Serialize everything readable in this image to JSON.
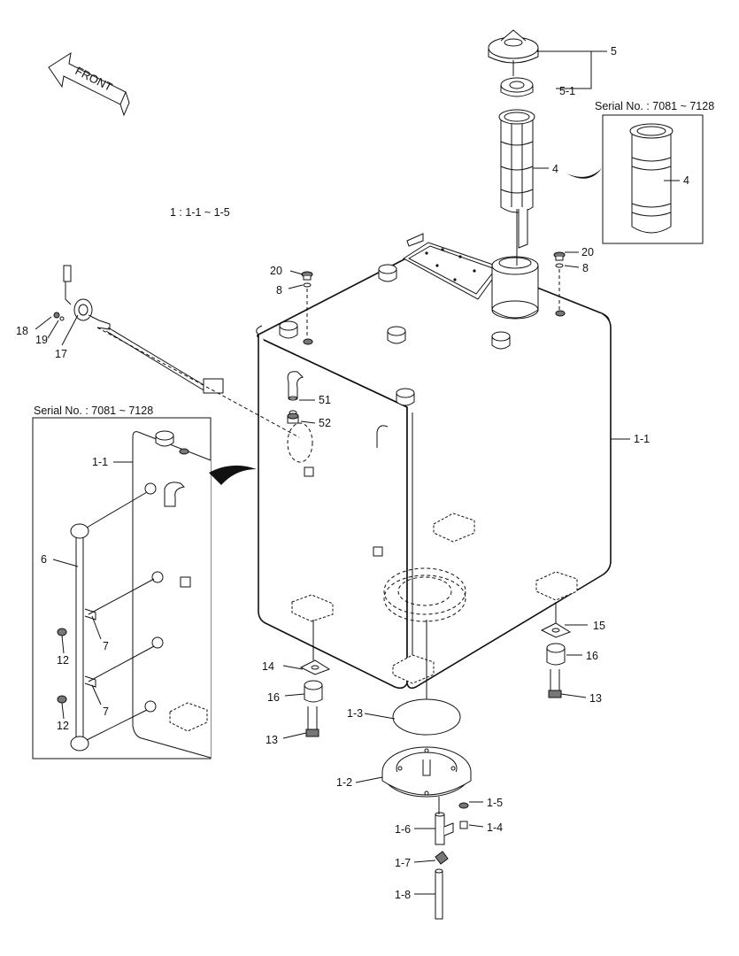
{
  "front_arrow": {
    "text": "FRONT"
  },
  "formula": "1 : 1-1 ~ 1-5",
  "inset_serial_right": "Serial No. : 7081 ~ 7128",
  "inset_serial_left": "Serial No. : 7081 ~ 7128",
  "labels": {
    "l5": "5",
    "l5_1": "5-1",
    "l4": "4",
    "l4_inset": "4",
    "l20_right": "20",
    "l8_right": "8",
    "l20_left": "20",
    "l8_left": "8",
    "l18": "18",
    "l19": "19",
    "l17": "17",
    "l51": "51",
    "l52": "52",
    "l1_1": "1-1",
    "l1_1_inset": "1-1",
    "l6": "6",
    "l7_a": "7",
    "l7_b": "7",
    "l12_a": "12",
    "l12_b": "12",
    "l15": "15",
    "l16_right": "16",
    "l13_right": "13",
    "l14": "14",
    "l16_left": "16",
    "l13_left": "13",
    "l1_3": "1-3",
    "l1_2": "1-2",
    "l1_5": "1-5",
    "l1_4": "1-4",
    "l1_6": "1-6",
    "l1_7": "1-7",
    "l1_8": "1-8"
  }
}
